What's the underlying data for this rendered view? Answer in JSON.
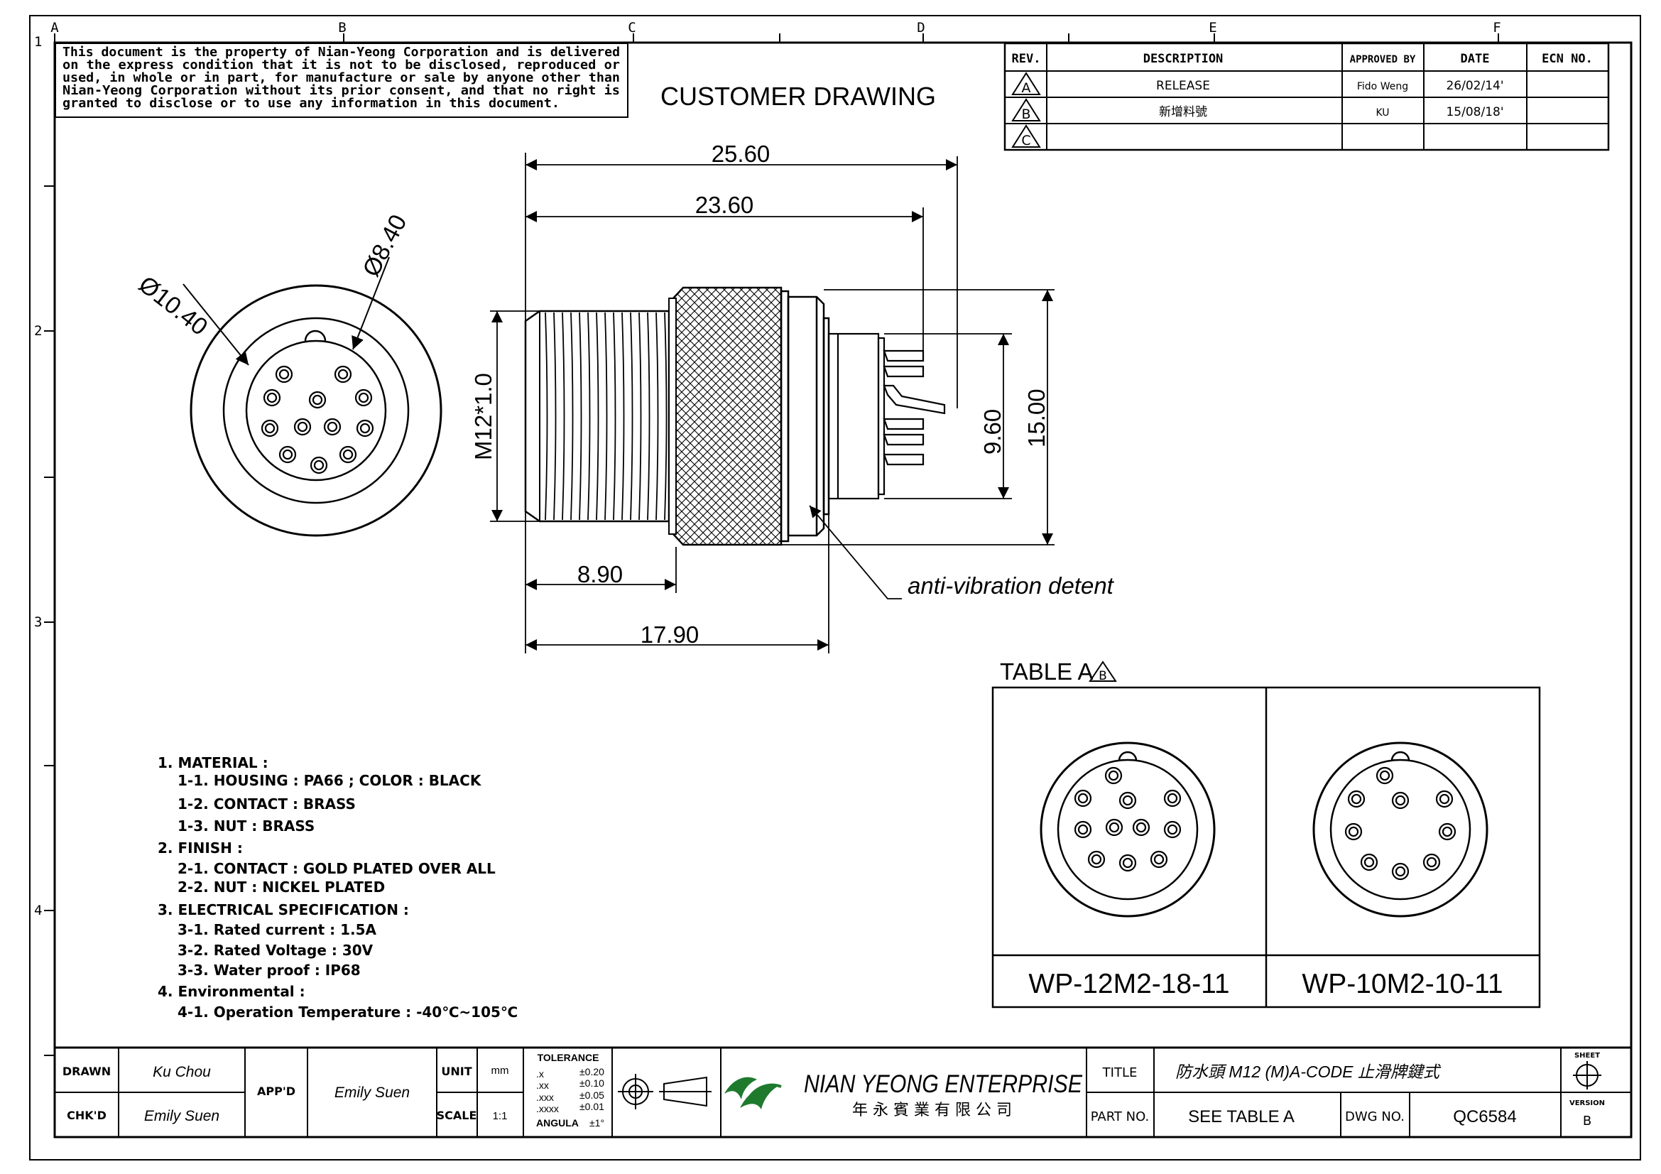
{
  "zone_letters": [
    "A",
    "B",
    "C",
    "D",
    "E",
    "F"
  ],
  "zone_numbers": [
    "1",
    "2",
    "3",
    "4"
  ],
  "disclaimer": [
    "This document is the property of Nian-Yeong Corporation and is delivered",
    "on  the  express condition that it is not to be disclosed, reproduced or",
    "used, in whole or in part, for manufacture or sale by anyone other than",
    "Nian-Yeong Corporation without  its prior consent, and that  no right  is",
    "granted to disclose or to use any information in this  document."
  ],
  "drawing_title": "CUSTOMER  DRAWING",
  "revision_table": {
    "headers": {
      "rev": "REV.",
      "description": "DESCRIPTION",
      "approved_by": "APPROVED BY",
      "date": "DATE",
      "ecn": "ECN NO."
    },
    "rows": [
      {
        "rev": "A",
        "description": "RELEASE",
        "approved_by": "Fido Weng",
        "date": "26/02/14'",
        "ecn": ""
      },
      {
        "rev": "B",
        "description": "新增料號",
        "approved_by": "KU",
        "date": "15/08/18'",
        "ecn": ""
      },
      {
        "rev": "C",
        "description": "",
        "approved_by": "",
        "date": "",
        "ecn": ""
      }
    ]
  },
  "dimensions": {
    "overall_length": "25.60",
    "body_length": "23.60",
    "outer_diameter": "Ø10.40",
    "inner_diameter": "Ø8.40",
    "thread": "M12*1.0",
    "height_small": "9.60",
    "height_large": "15.00",
    "thread_length": "8.90",
    "nut_length": "17.90"
  },
  "callout": "anti-vibration detent",
  "table_a": {
    "title": "TABLE A",
    "rev_mark": "B",
    "parts": [
      "WP-12M2-18-11",
      "WP-10M2-10-11"
    ]
  },
  "notes": [
    "1.  MATERIAL  :",
    "1-1.  HOUSING  :  PA66  ;  COLOR  :  BLACK",
    "1-2.  CONTACT  :  BRASS",
    "1-3.  NUT  :  BRASS",
    "2.  FINISH  :",
    "2-1.  CONTACT  :  GOLD  PLATED  OVER  ALL",
    "2-2.  NUT  :  NICKEL  PLATED",
    "3.  ELECTRICAL  SPECIFICATION  :",
    "3-1.  Rated  current  :  1.5A",
    "3-2.  Rated  Voltage  :  30V",
    "3-3.  Water  proof  :  IP68",
    "4.  Environmental  :",
    "4-1.  Operation  Temperature  :  -40℃~105℃"
  ],
  "title_block": {
    "drawn_label": "DRAWN",
    "drawn_by": "Ku Chou",
    "checked_label": "CHK'D",
    "checked_by": "Emily Suen",
    "approved_label": "APP'D",
    "approved_by": "Emily Suen",
    "unit_label": "UNIT",
    "unit": "mm",
    "scale_label": "SCALE",
    "scale": "1:1",
    "tolerance_label": "TOLERANCE",
    "tolerances": [
      {
        "key": ".x",
        "value": "±0.20"
      },
      {
        "key": ".xx",
        "value": "±0.10"
      },
      {
        "key": ".xxx",
        "value": "±0.05"
      },
      {
        "key": ".xxxx",
        "value": "±0.01"
      },
      {
        "key": "ANGULA",
        "value": "±1°"
      }
    ],
    "company_name": "NIAN YEONG ENTERPRISE",
    "company_name_cn": "年 永 賓 業 有 限 公 司",
    "title_label": "TITLE",
    "title": "防水頭  M12  (M)A-CODE  止滑牌鍵式",
    "part_label": "PART NO.",
    "part_no": "SEE  TABLE  A",
    "dwg_label": "DWG NO.",
    "dwg_no": "QC6584",
    "sheet_label": "SHEET",
    "version_label": "VERSION",
    "version": "B"
  },
  "colors": {
    "ink": "#000000",
    "paper": "#ffffff",
    "logo_green": "#1f7a2e"
  }
}
